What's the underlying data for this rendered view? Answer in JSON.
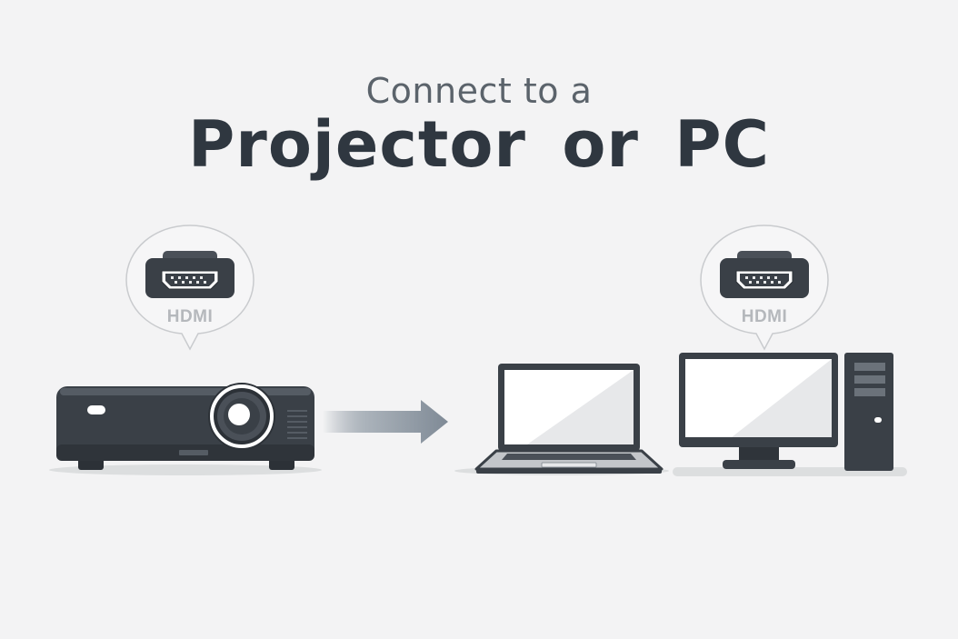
{
  "title": {
    "subtitle": "Connect to a",
    "main": "Projector or PC"
  },
  "callouts": [
    {
      "label": "HDMI",
      "icon": "hdmi-port-icon",
      "target": "projector"
    },
    {
      "label": "HDMI",
      "icon": "hdmi-port-icon",
      "target": "desktop-pc"
    }
  ],
  "devices": [
    {
      "name": "projector",
      "icon": "projector-icon"
    },
    {
      "name": "arrow",
      "icon": "arrow-right-icon"
    },
    {
      "name": "laptop",
      "icon": "laptop-icon"
    },
    {
      "name": "desktop-monitor",
      "icon": "monitor-icon"
    },
    {
      "name": "pc-tower",
      "icon": "pc-tower-icon"
    }
  ],
  "colors": {
    "background": "#f3f3f4",
    "device_dark": "#3a4047",
    "title_main": "#2f3740",
    "title_sub": "#5b636b",
    "hdmi_label": "#b5b8bc",
    "arrow": "#7f8a96"
  }
}
